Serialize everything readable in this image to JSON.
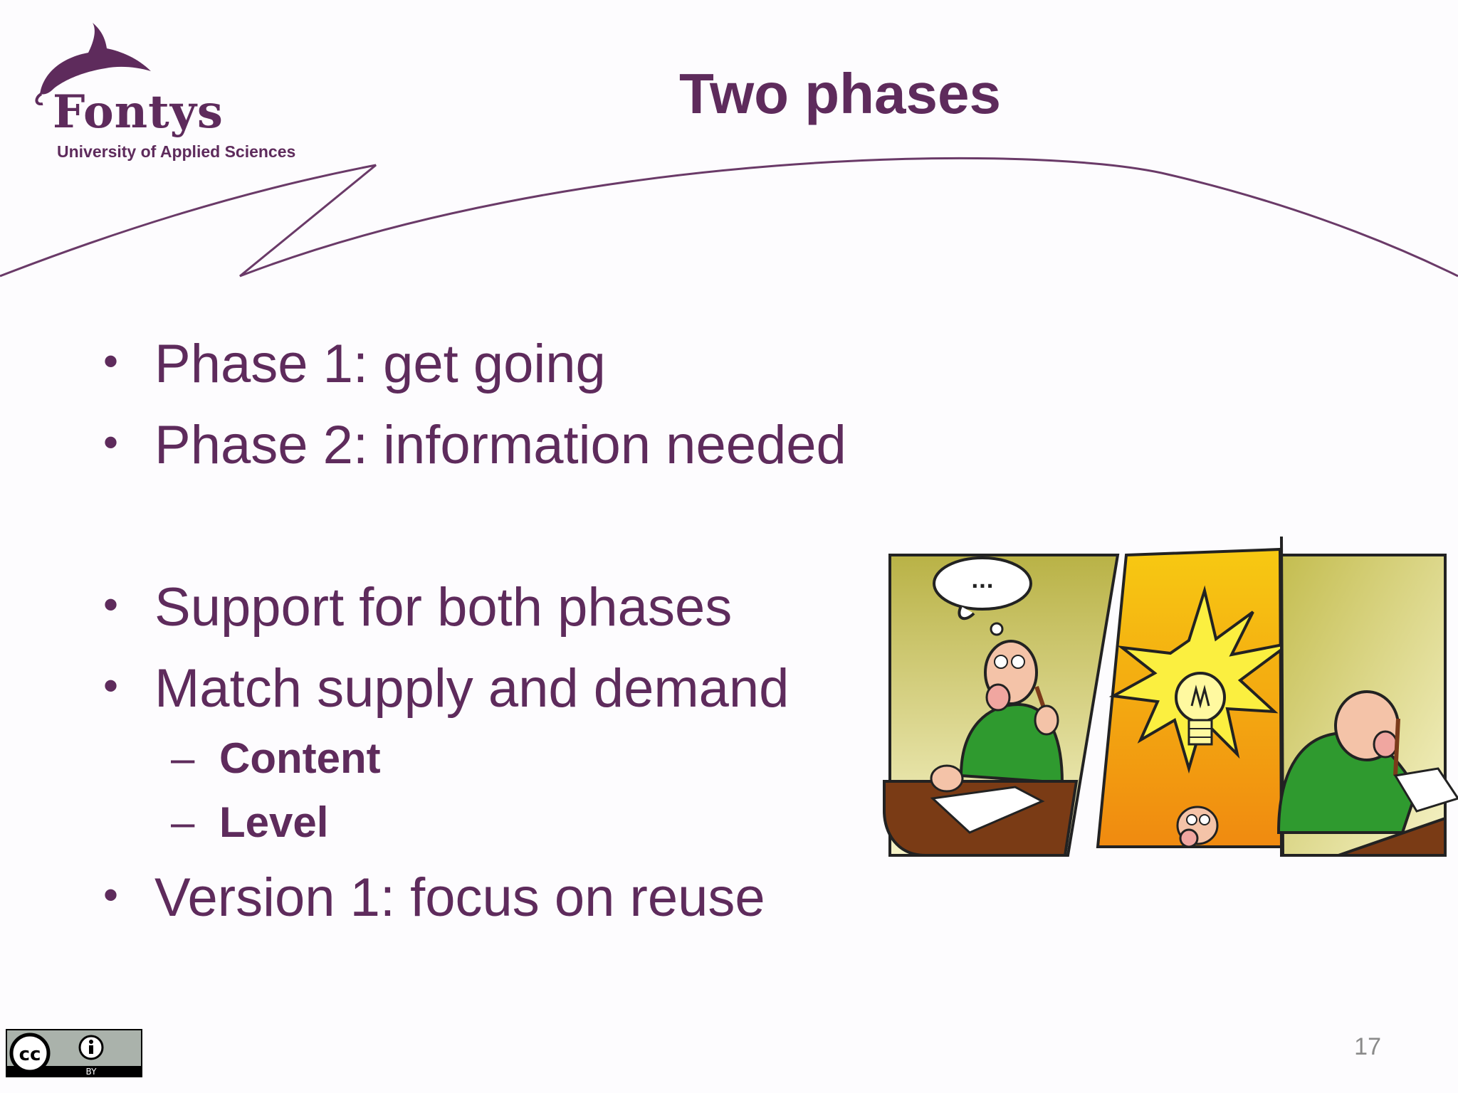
{
  "header": {
    "logo_name": "Fontys",
    "logo_subtitle": "University of Applied Sciences",
    "title": "Two phases"
  },
  "bullets": [
    {
      "text": "Phase 1: get going"
    },
    {
      "text": "Phase 2: information needed"
    },
    {
      "text": "Support for both phases"
    },
    {
      "text": "Match supply and demand"
    },
    {
      "text": "Version 1: focus on reuse"
    }
  ],
  "sub_bullets": [
    {
      "text": "Content"
    },
    {
      "text": "Level"
    }
  ],
  "bullet_symbol": "•",
  "dash_symbol": "–",
  "illustration": {
    "icon": "comic-lightbulb-idea-icon",
    "thought_bubble_text": "..."
  },
  "license": {
    "icon": "cc-by-icon",
    "label": "BY"
  },
  "footer": {
    "page_number": "17"
  },
  "colors": {
    "brand_purple": "#5e2b5c",
    "swoosh": "#6a3a68"
  }
}
